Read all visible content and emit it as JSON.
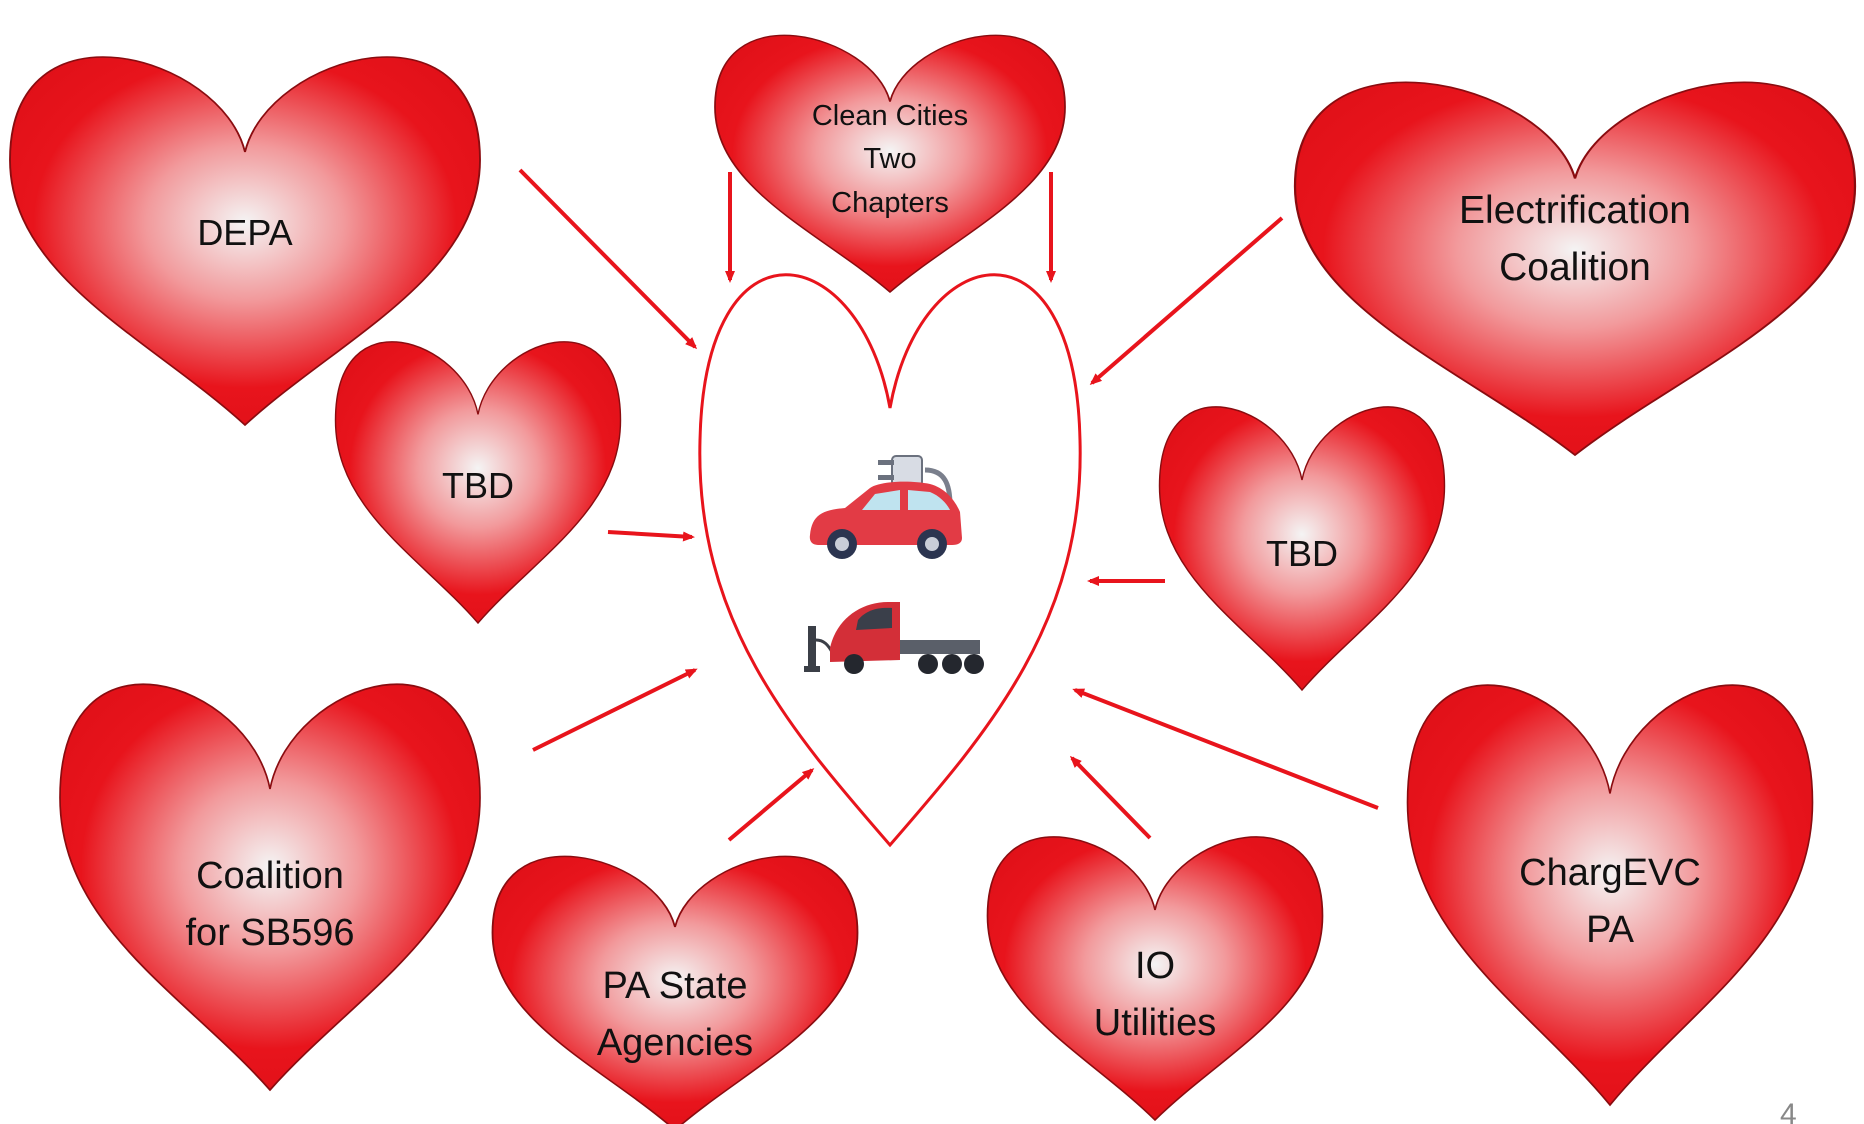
{
  "diagram": {
    "center": {
      "icons": [
        {
          "name": "electric-car-icon"
        },
        {
          "name": "electric-truck-icon"
        }
      ]
    },
    "hearts": [
      {
        "id": "depa",
        "lines": [
          "DEPA"
        ]
      },
      {
        "id": "clean-cities",
        "lines": [
          "Clean Cities",
          "Two",
          "Chapters"
        ]
      },
      {
        "id": "electrification-coalition",
        "lines": [
          "Electrification",
          "Coalition"
        ]
      },
      {
        "id": "tbd-left",
        "lines": [
          "TBD"
        ]
      },
      {
        "id": "tbd-right",
        "lines": [
          "TBD"
        ]
      },
      {
        "id": "coalition-sb596",
        "lines": [
          "Coalition",
          "for SB596"
        ]
      },
      {
        "id": "pa-state-agencies",
        "lines": [
          "PA State",
          "Agencies"
        ]
      },
      {
        "id": "io-utilities",
        "lines": [
          "IO",
          "Utilities"
        ]
      },
      {
        "id": "chargevc-pa",
        "lines": [
          "ChargEVC",
          "PA"
        ]
      }
    ],
    "arrows": [
      {
        "from": "depa",
        "to": "center"
      },
      {
        "from": "clean-cities",
        "to": "center"
      },
      {
        "from": "clean-cities",
        "to": "center"
      },
      {
        "from": "electrification-coalition",
        "to": "center"
      },
      {
        "from": "tbd-left",
        "to": "center"
      },
      {
        "from": "tbd-right",
        "to": "center"
      },
      {
        "from": "coalition-sb596",
        "to": "center"
      },
      {
        "from": "pa-state-agencies",
        "to": "center"
      },
      {
        "from": "io-utilities",
        "to": "center"
      },
      {
        "from": "chargevc-pa",
        "to": "center"
      }
    ],
    "colors": {
      "heart_fill": "#e8141c",
      "heart_glow": "#f4f4f4",
      "arrow": "#e8141c",
      "center_outline": "#e8141c"
    },
    "page_number": "4"
  }
}
